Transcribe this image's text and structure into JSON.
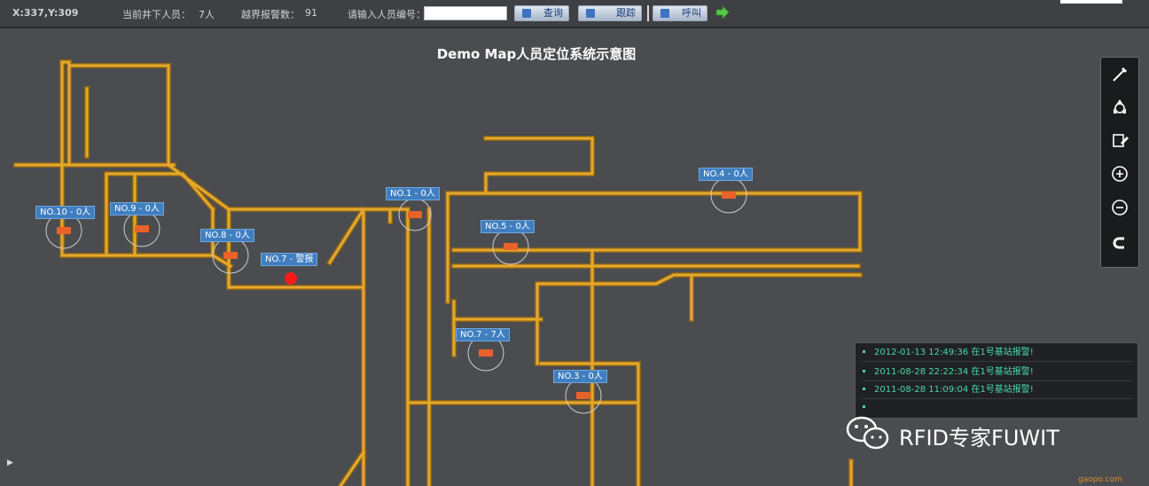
{
  "toolbar": {
    "coordinates": "X:337,Y:309",
    "underground_label": "当前井下人员：",
    "underground_value": "7人",
    "alarm_label": "越界报警数：",
    "alarm_value": "91",
    "search_label": "请输入人员编号：",
    "search_value": "",
    "buttons": [
      {
        "label": "查询"
      },
      {
        "label": "跟踪"
      },
      {
        "label": "呼叫"
      }
    ]
  },
  "map": {
    "title": "Demo Map人员定位系统示意图",
    "areas": [
      {
        "label": "NO.10 - 0人"
      },
      {
        "label": "NO.9 - 0人"
      },
      {
        "label": "NO.8 - 0人"
      },
      {
        "label": "NO.7 - 警报"
      },
      {
        "label": "NO.1 - 0人"
      },
      {
        "label": "NO.5 - 0人"
      },
      {
        "label": "NO.4 - 0人"
      },
      {
        "label": "NO.7 - 7人"
      },
      {
        "label": "NO.3 - 0人"
      }
    ]
  },
  "toolbox": {
    "tools": [
      {
        "icon": "wand-icon"
      },
      {
        "icon": "recycle-icon"
      },
      {
        "icon": "edit-icon"
      },
      {
        "icon": "zoom-in-icon"
      },
      {
        "icon": "zoom-out-icon"
      },
      {
        "icon": "magnet-icon"
      }
    ]
  },
  "alarms": [
    {
      "text": "2012-01-13 12:49:36  在1号基站报警!"
    },
    {
      "text": "2011-08-28 22:22:34  在1号基站报警!"
    },
    {
      "text": "2011-08-28 11:09:04  在1号基站报警!"
    }
  ],
  "watermark": {
    "text": "RFID专家FUWIT"
  },
  "footer": {
    "text": "gaopo.com"
  },
  "colors": {
    "tunnel": "#e5a92c",
    "tunnel_dark": "#8a6318",
    "label_bg": "#3f7fc0",
    "alarm_text": "#48d9a8",
    "alert_dot": "#ff1a1a",
    "reader": "#e8622a"
  }
}
